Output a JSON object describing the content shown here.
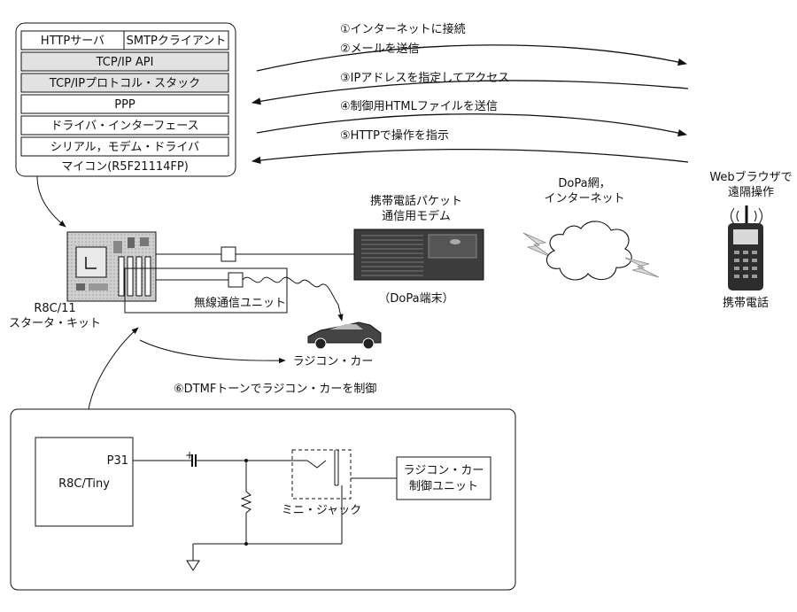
{
  "stack": {
    "layers": [
      {
        "left": "HTTPサーバ",
        "right": "SMTPクライアント",
        "shaded": false
      },
      {
        "label": "TCP/IP API",
        "shaded": true
      },
      {
        "label": "TCP/IPプロトコル・スタック",
        "shaded": true
      },
      {
        "label": "PPP",
        "shaded": false
      },
      {
        "label": "ドライバ・インターフェース",
        "shaded": false
      },
      {
        "label": "シリアル，モデム・ドライバ",
        "shaded": false
      }
    ],
    "caption": "マイコン(R5F21114FP)"
  },
  "steps": [
    {
      "label": "①インターネットに接続",
      "direction": "to-phone"
    },
    {
      "label": "②メールを送信",
      "direction": "to-phone"
    },
    {
      "label": "③IPアドレスを指定してアクセス",
      "direction": "to-board"
    },
    {
      "label": "④制御用HTMLファイルを送信",
      "direction": "to-phone"
    },
    {
      "label": "⑤HTTPで操作を指示",
      "direction": "to-board"
    },
    {
      "label": "⑥DTMFトーンでラジコン・カーを制御",
      "direction": "to-car"
    }
  ],
  "labels": {
    "browser": [
      "Webブラウザで",
      "遠隔操作"
    ],
    "modem": [
      "携帯電話パケット",
      "通信用モデム"
    ],
    "modem_caption": "（DoPa端末）",
    "network": [
      "DoPa網，",
      "インターネット"
    ],
    "phone": "携帯電話",
    "board": [
      "R8C/11",
      "スタータ・キット"
    ],
    "wireless": "無線通信ユニット",
    "car": "ラジコン・カー"
  },
  "circuit": {
    "mcu_name": "R8C/Tiny",
    "pin": "P31",
    "cap_polarity": "+",
    "jack": "ミニ・ジャック",
    "controller": [
      "ラジコン・カー",
      "制御ユニット"
    ]
  },
  "colors": {
    "line": "#111111",
    "shaded_layer": "#e2e2e2",
    "board": "#c9c9c9",
    "modem": "#3c3c3c"
  }
}
